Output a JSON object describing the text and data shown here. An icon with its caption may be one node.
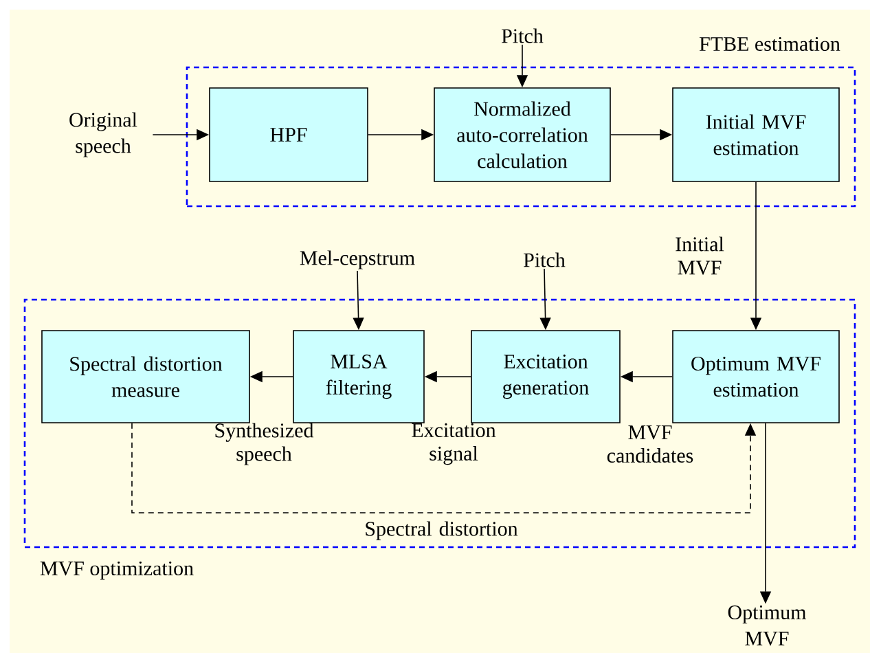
{
  "diagram": {
    "nodes": [
      {
        "text": [
          "FTBE estimation"
        ]
      },
      {
        "text": [
          "HPF"
        ],
        "in": 0
      },
      {
        "text": [
          "Normalized auto-correlation calculation"
        ],
        "in": 0
      },
      {
        "text": [
          "Initial MVF estimation"
        ],
        "in": 0
      },
      {
        "text": [
          "MVF optimization"
        ]
      },
      {
        "text": [
          "Spectral distortion measure"
        ],
        "in": 4
      },
      {
        "text": [
          "MLSA filtering"
        ],
        "in": 4
      },
      {
        "text": [
          "Excitation generation"
        ],
        "in": 4
      },
      {
        "text": [
          "Optimum MVF estimation"
        ],
        "in": 4
      },
      {
        "text": [
          "Original speech"
        ]
      },
      {
        "text": [
          "Pitch"
        ]
      },
      {
        "text": [
          "Mel-cepstrum"
        ]
      },
      {
        "text": [
          "Pitch"
        ]
      },
      {
        "text": [
          "Optimum MVF"
        ]
      }
    ],
    "edges": [
      {
        "from": 9,
        "to": 1,
        "arrow": "to"
      },
      {
        "from": 1,
        "to": 2,
        "arrow": "to"
      },
      {
        "from": 2,
        "to": 3,
        "arrow": "to"
      },
      {
        "from": 10,
        "to": 2,
        "arrow": "to"
      },
      {
        "from": 3,
        "to": 8,
        "arrow": "to",
        "label": "Initial MVF"
      },
      {
        "from": 11,
        "to": 6,
        "arrow": "to"
      },
      {
        "from": 12,
        "to": 7,
        "arrow": "to"
      },
      {
        "from": 8,
        "to": 7,
        "arrow": "to",
        "label": "MVF candidates"
      },
      {
        "from": 7,
        "to": 6,
        "arrow": "to",
        "label": "Excitation signal"
      },
      {
        "from": 6,
        "to": 5,
        "arrow": "to",
        "label": "Synthesized speech"
      },
      {
        "from": 5,
        "to": 8,
        "arrow": "to",
        "style": "dashed",
        "label": "Spectral distortion"
      },
      {
        "from": 8,
        "to": 13,
        "arrow": "to"
      }
    ]
  }
}
